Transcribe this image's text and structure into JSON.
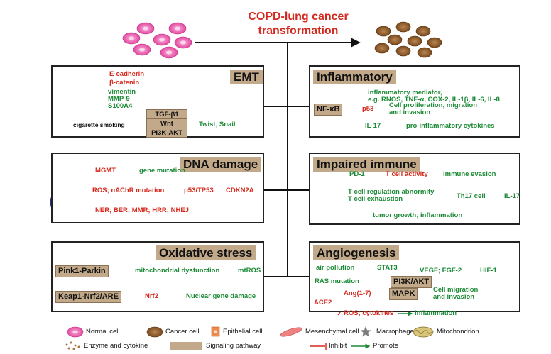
{
  "title": "COPD-lung cancer transformation",
  "emt": {
    "title": "EMT",
    "ecadherin": "E-cadherin",
    "bcatenin": "β-catenin",
    "markers": [
      "vimentin",
      "MMP-9",
      "S100A4"
    ],
    "smoking": "cigarette smoking",
    "pathways": [
      "TGF-β1",
      "Wnt",
      "PI3K-AKT"
    ],
    "twist": "Twist, Snail"
  },
  "dna": {
    "title": "DNA damage",
    "mgmt": "MGMT",
    "gene_mutation": "gene mutation",
    "ros": "ROS; nAChR mutation",
    "p53": "p53/TP53",
    "cdkn2a": "CDKN2A",
    "repair": "NER; BER; MMR; HRR; NHEJ"
  },
  "oxidative": {
    "title": "Oxidative stress",
    "pink1": "Pink1-Parkin",
    "mito": "mitochondrial dysfunction",
    "mtros": "mtROS",
    "keap1": "Keap1-Nrf2/ARE",
    "nrf2": "Nrf2",
    "nuclear": "Nuclear gene damage"
  },
  "inflammatory": {
    "title": "Inflammatory",
    "mediator_1": "inflammatory mediator,",
    "mediator_2": "e.g. RNOS, TNF-α, COX-2, IL-1β, IL-6, IL-8",
    "nfkb": "NF-κB",
    "p53": "p53",
    "prolif_1": "Cell proliferation, migration",
    "prolif_2": "and invasion",
    "il17": "IL-17",
    "proinflam": "pro-inflammatory cytokines"
  },
  "immune": {
    "title": "Impaired immune",
    "pd1": "PD-1",
    "tcell_activity": "T cell activity",
    "evasion": "immune evasion",
    "treg_1": "T cell regulation abnormity",
    "treg_2": "T cell exhaustion",
    "th17": "Th17 cell",
    "il17": "IL-17",
    "tumor": "tumor growth; inflammation"
  },
  "angio": {
    "title": "Angiogenesis",
    "air": "air pollution",
    "stat3": "STAT3",
    "vegf": "VEGF; FGF-2",
    "hif": "HIF-1",
    "ras": "RAS  mutation",
    "pi3k": "PI3K/AKT",
    "ace2": "ACE2",
    "ang": "Ang(1-7)",
    "mapk": "MAPK",
    "migr_1": "Cell migration",
    "migr_2": "and invasion",
    "ros": "ROS; cytokines",
    "inflam": "inflammation"
  },
  "legend": {
    "normal": "Normal cell",
    "cancer": "Cancer cell",
    "epithelial": "Epithelial cell",
    "mesenchymal": "Mesenchymal cell",
    "macrophage": "Macrophage",
    "mitochondrion": "Mitochondrion",
    "enzyme": "Enzyme and cytokine",
    "signaling": "Signaling pathway",
    "inhibit": "Inhibit",
    "promote": "Promote"
  },
  "colors": {
    "promote": "#1b8a35",
    "inhibit": "#d6281b",
    "pathway_box": "#c2a98a",
    "normal_cell": "#e85bab",
    "cancer_cell": "#8b5a2b",
    "title": "#d42a1e"
  }
}
